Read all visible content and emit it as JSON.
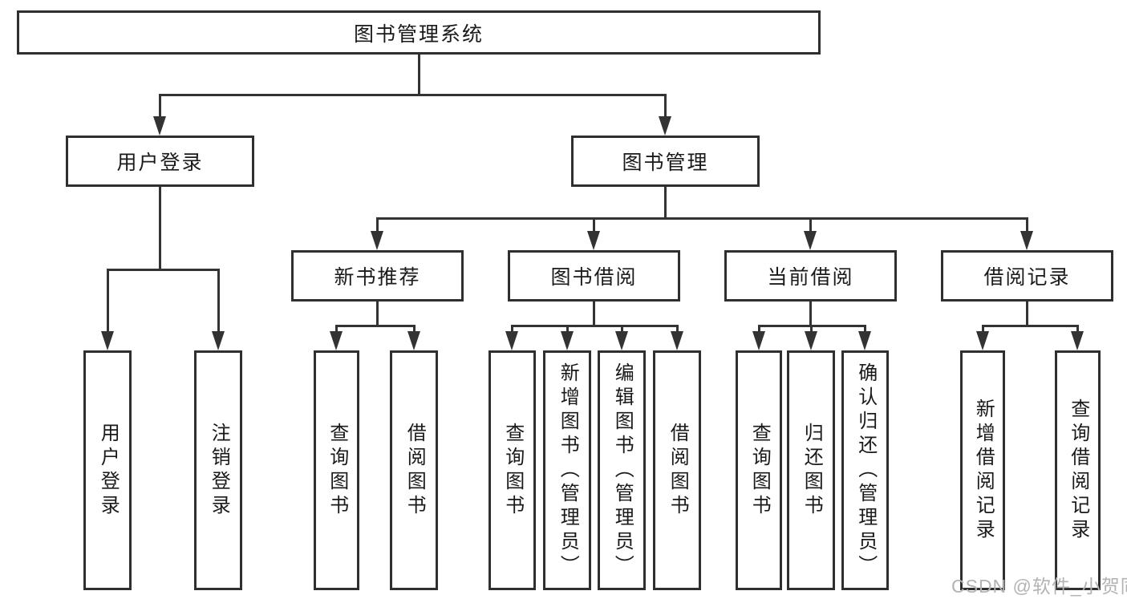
{
  "tree": {
    "root": "图书管理系统",
    "level2": [
      "用户登录",
      "图书管理"
    ],
    "level3": [
      "新书推荐",
      "图书借阅",
      "当前借阅",
      "借阅记录"
    ],
    "leaves": {
      "user_login": [
        "用户登录",
        "注销登录"
      ],
      "new_book_recommend": [
        "查询图书",
        "借阅图书"
      ],
      "book_borrow": [
        "查询图书",
        "新增图书（管理员）",
        "编辑图书（管理员）",
        "借阅图书"
      ],
      "current_borrow": [
        "查询图书",
        "归还图书",
        "确认归还（管理员）"
      ],
      "borrow_records": [
        "新增借阅记录",
        "查询借阅记录"
      ]
    }
  },
  "watermark": "CSDN @软件_小贺同学",
  "colors": {
    "line": "#333333",
    "text": "#1a1a1a",
    "background": "#ffffff",
    "watermark": "#b3b3b3"
  }
}
